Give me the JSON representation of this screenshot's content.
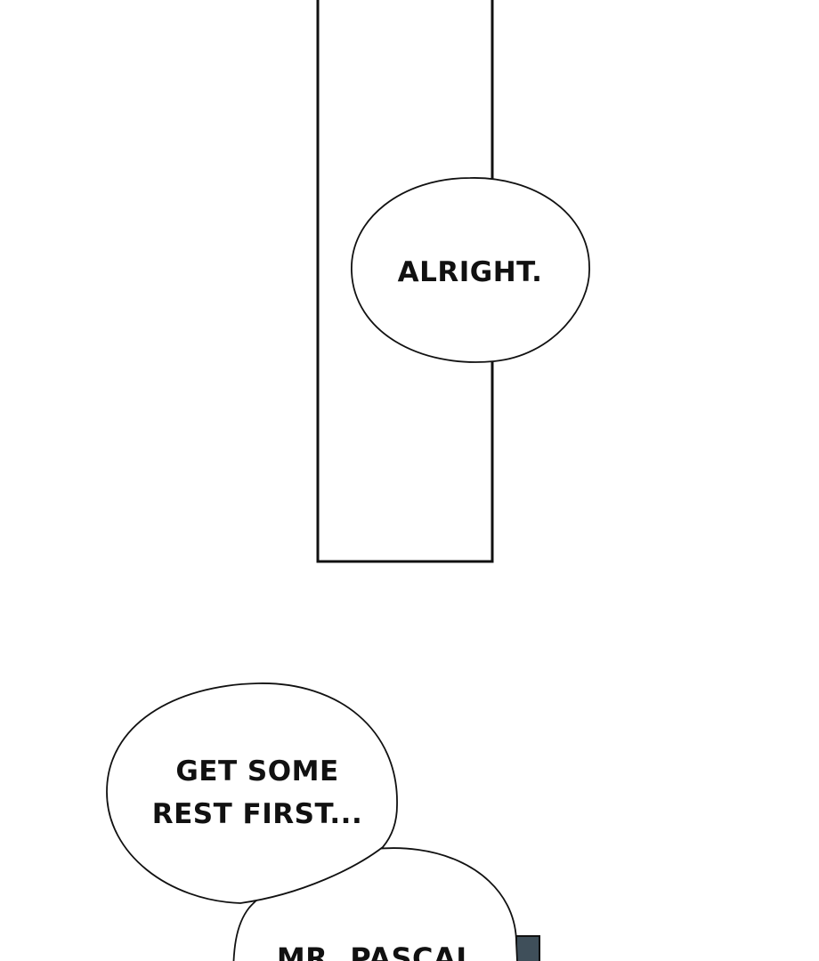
{
  "panels": {
    "upper_panel": {
      "bubble_alright": {
        "text": "ALRIGHT."
      }
    },
    "lower_panel": {
      "bubble_rest": {
        "line1": "GET SOME",
        "line2": "REST FIRST..."
      },
      "bubble_pascal": {
        "text": "MR. PASCAL"
      }
    }
  },
  "colors": {
    "background": "#ffffff",
    "ink": "#111111",
    "panel_edge_accent": "#3f4f5a"
  }
}
